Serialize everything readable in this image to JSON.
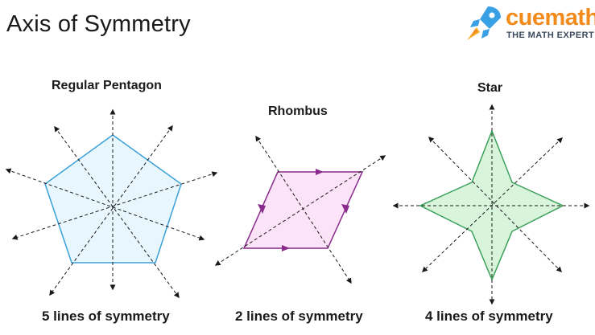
{
  "title": "Axis of Symmetry",
  "brand": {
    "name": "cuemath",
    "tagline": "THE MATH EXPERT",
    "colors": {
      "orange": "#f28a1c",
      "blue": "#3aa0e6",
      "navy": "#3a4a5c"
    },
    "icon": "rocket-icon"
  },
  "shapes": [
    {
      "name": "Regular Pentagon",
      "caption": "5 lines of symmetry",
      "lines_of_symmetry": 5,
      "fill": "#e8f6fd",
      "stroke": "#3aa0d8"
    },
    {
      "name": "Rhombus",
      "caption": "2 lines of symmetry",
      "lines_of_symmetry": 2,
      "fill": "#fbe3f8",
      "stroke": "#8a2a8c"
    },
    {
      "name": "Star",
      "caption": "4 lines of symmetry",
      "lines_of_symmetry": 4,
      "fill": "#d8f5dc",
      "stroke": "#3aa05a"
    }
  ]
}
